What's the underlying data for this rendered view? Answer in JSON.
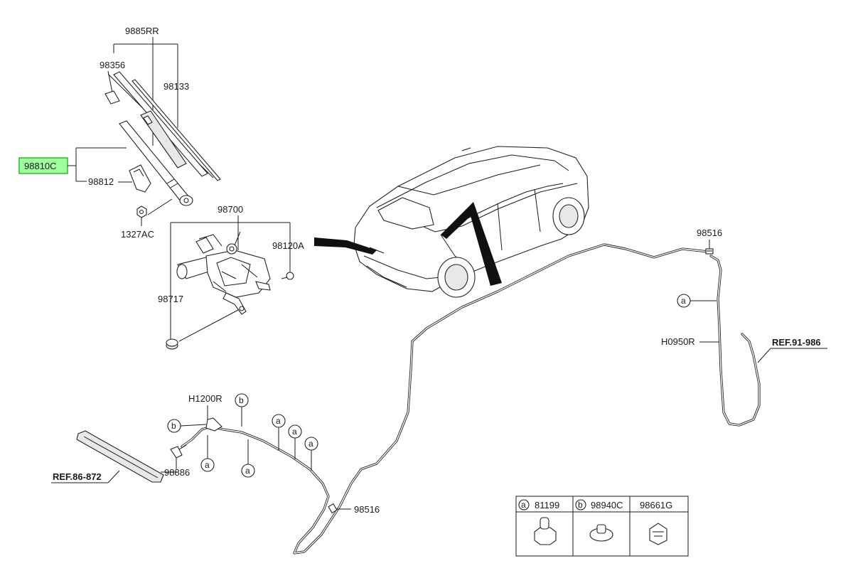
{
  "labels": {
    "wiper_blade_set": "9885RR",
    "blade_cap": "98356",
    "blade_refill": "98133",
    "arm_assy": "98810C",
    "arm_cap": "98812",
    "arm_nut": "1327AC",
    "motor_assy": "98700",
    "motor_bolt": "98120A",
    "grommet": "98717",
    "connector_top": "98516",
    "connector_bottom": "98516",
    "hose_right": "H0950R",
    "hose_left": "H1200R",
    "nozzle": "98886",
    "ref_right": "REF.91-986",
    "ref_left": "REF.86-872"
  },
  "callouts": {
    "a": "a",
    "b": "b"
  },
  "legend": {
    "a_marker": "a",
    "a_part": "81199",
    "b_marker": "b",
    "b_part": "98940C",
    "c_part": "98661G"
  },
  "colors": {
    "highlight_fill": "#9dff9d",
    "highlight_border": "#2db82d",
    "line": "#1a1a1a"
  }
}
